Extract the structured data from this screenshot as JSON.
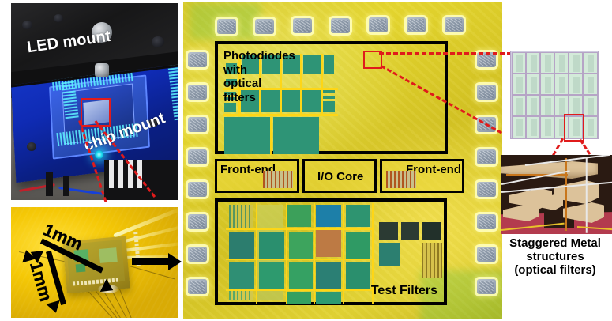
{
  "figure": {
    "panels": {
      "led_photo": {
        "labels": {
          "led_mount": "LED mount",
          "chip_mount": "chip mount"
        }
      },
      "chip_macro": {
        "labels": {
          "dim_top": "1mm",
          "dim_left": "1mm"
        }
      },
      "die_micrograph": {
        "blocks": {
          "photodiodes": "Photodiodes\nwith\noptical\nfilters",
          "front_end_left": "Front-end",
          "io_core": "I/O Core",
          "front_end_right": "Front-end",
          "test_filters": "Test Filters"
        }
      },
      "filter_array_zoom": {
        "rows": 4,
        "columns": 6
      },
      "metal_structure": {
        "caption": "Staggered Metal\nstructures\n(optical filters)"
      }
    },
    "colors": {
      "callout_red": "#e01b1b",
      "die_yellow": "#dccb2a",
      "photodiode_green": "#2e9476",
      "metal_tan": "#dcc29a",
      "array_lilac": "#b6a4c6"
    }
  }
}
